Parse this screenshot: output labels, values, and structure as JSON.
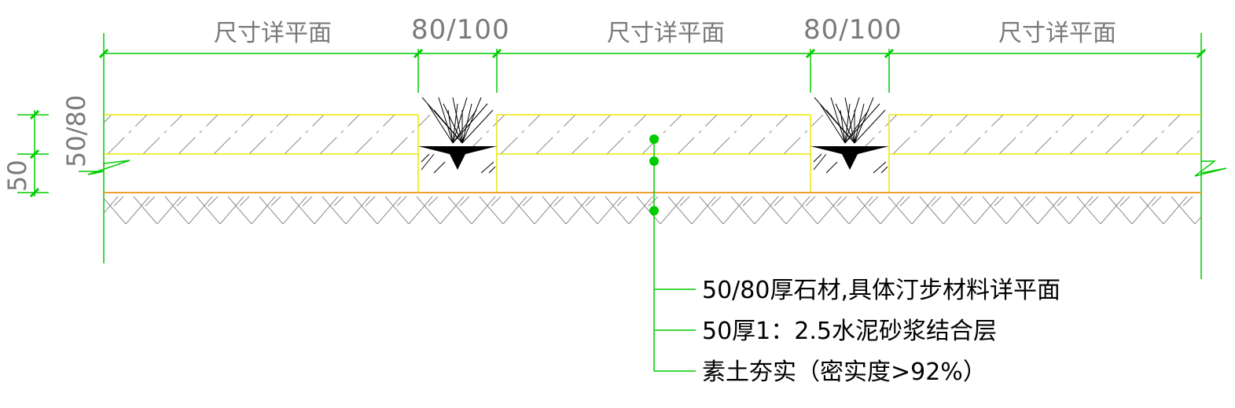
{
  "dimensions": {
    "top": [
      {
        "label": "尺寸详平面"
      },
      {
        "label": "80/100"
      },
      {
        "label": "尺寸详平面"
      },
      {
        "label": "80/100"
      },
      {
        "label": "尺寸详平面"
      }
    ],
    "left_upper": "50/80",
    "left_lower": "50"
  },
  "notes": [
    "50/80厚石材,具体汀步材料详平面",
    "50厚1：2.5水泥砂浆结合层",
    "素土夯实（密实度>92%）"
  ],
  "colors": {
    "dimension_line": "#00cc00",
    "stone_layer_line": "#e8e800",
    "soil_line": "#f0a030",
    "hatch": "#8a8a8a",
    "leader": "#00cc00",
    "text": "#000000",
    "dim_text": "#7a7a7a"
  }
}
